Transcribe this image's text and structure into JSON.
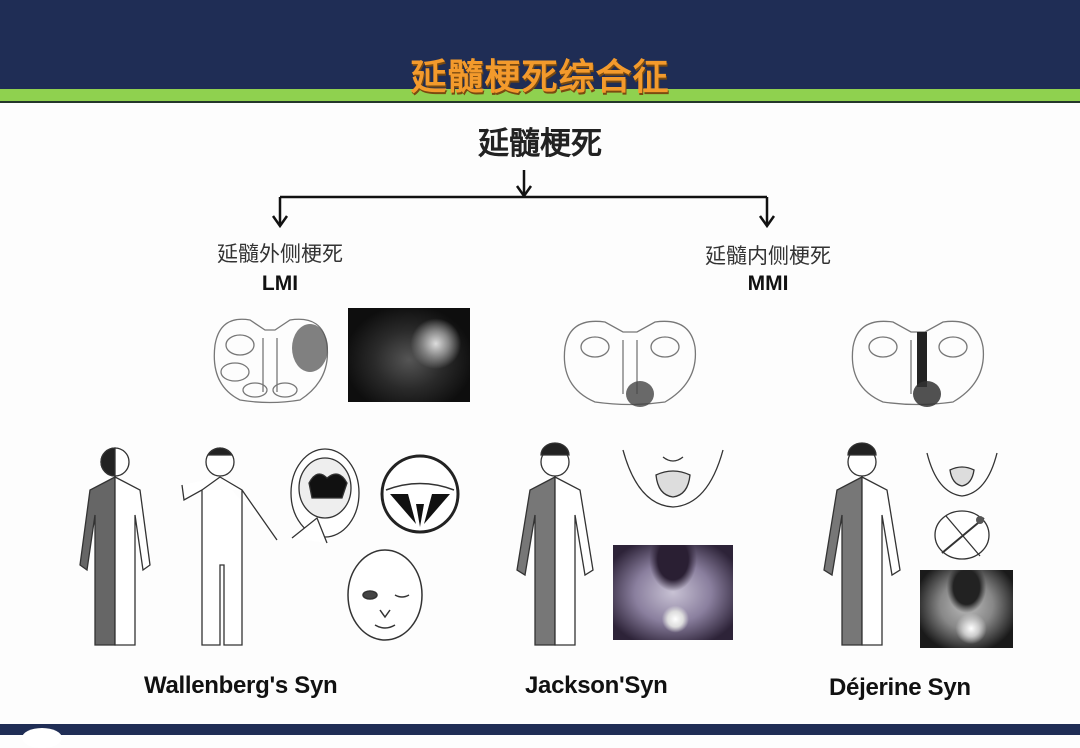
{
  "header": {
    "title": "延髓梗死综合征",
    "bg_color": "#1f2d55",
    "title_color": "#f39a2c",
    "accent_bar_color": "#8fd14f"
  },
  "diagram": {
    "root": "延髓梗死",
    "branches": [
      {
        "label": "延髓外侧梗死",
        "abbr": "LMI"
      },
      {
        "label": "延髓内侧梗死",
        "abbr": "MMI"
      }
    ],
    "syndromes": [
      {
        "name": "Wallenberg's Syn",
        "branch": "LMI"
      },
      {
        "name": "Jackson'Syn",
        "branch": "MMI"
      },
      {
        "name": "Déjerine Syn",
        "branch": "MMI"
      }
    ]
  }
}
